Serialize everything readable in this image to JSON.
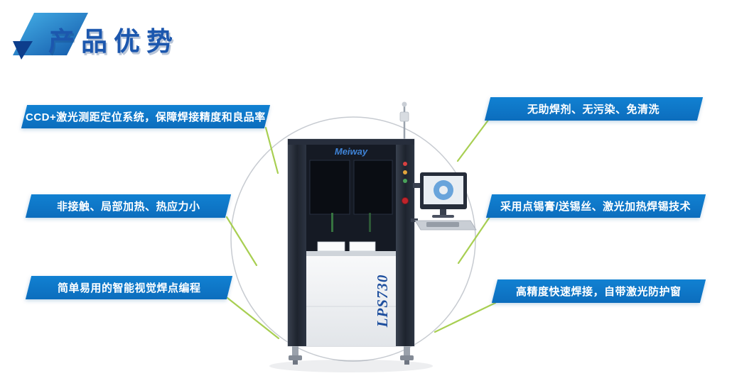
{
  "page": {
    "title": "产品优势",
    "background": "#ffffff"
  },
  "colors": {
    "banner_blue": "#0d76c6",
    "title_blue": "#1c57ae",
    "connector_green": "#a8cf52",
    "orbit_circle_gray": "#c7cbd1"
  },
  "features": {
    "left": [
      {
        "label": "CCD+激光测距定位系统，保障焊接精度和良品率"
      },
      {
        "label": "非接触、局部加热、热应力小"
      },
      {
        "label": "简单易用的智能视觉焊点编程"
      }
    ],
    "right": [
      {
        "label": "无助焊剂、无污染、免清洗"
      },
      {
        "label": "采用点锡膏/送锡丝、激光加热焊锡技术"
      },
      {
        "label": "高精度快速焊接，自带激光防护窗"
      }
    ]
  },
  "machine": {
    "brand": "Meiway",
    "model": "LPS730"
  }
}
